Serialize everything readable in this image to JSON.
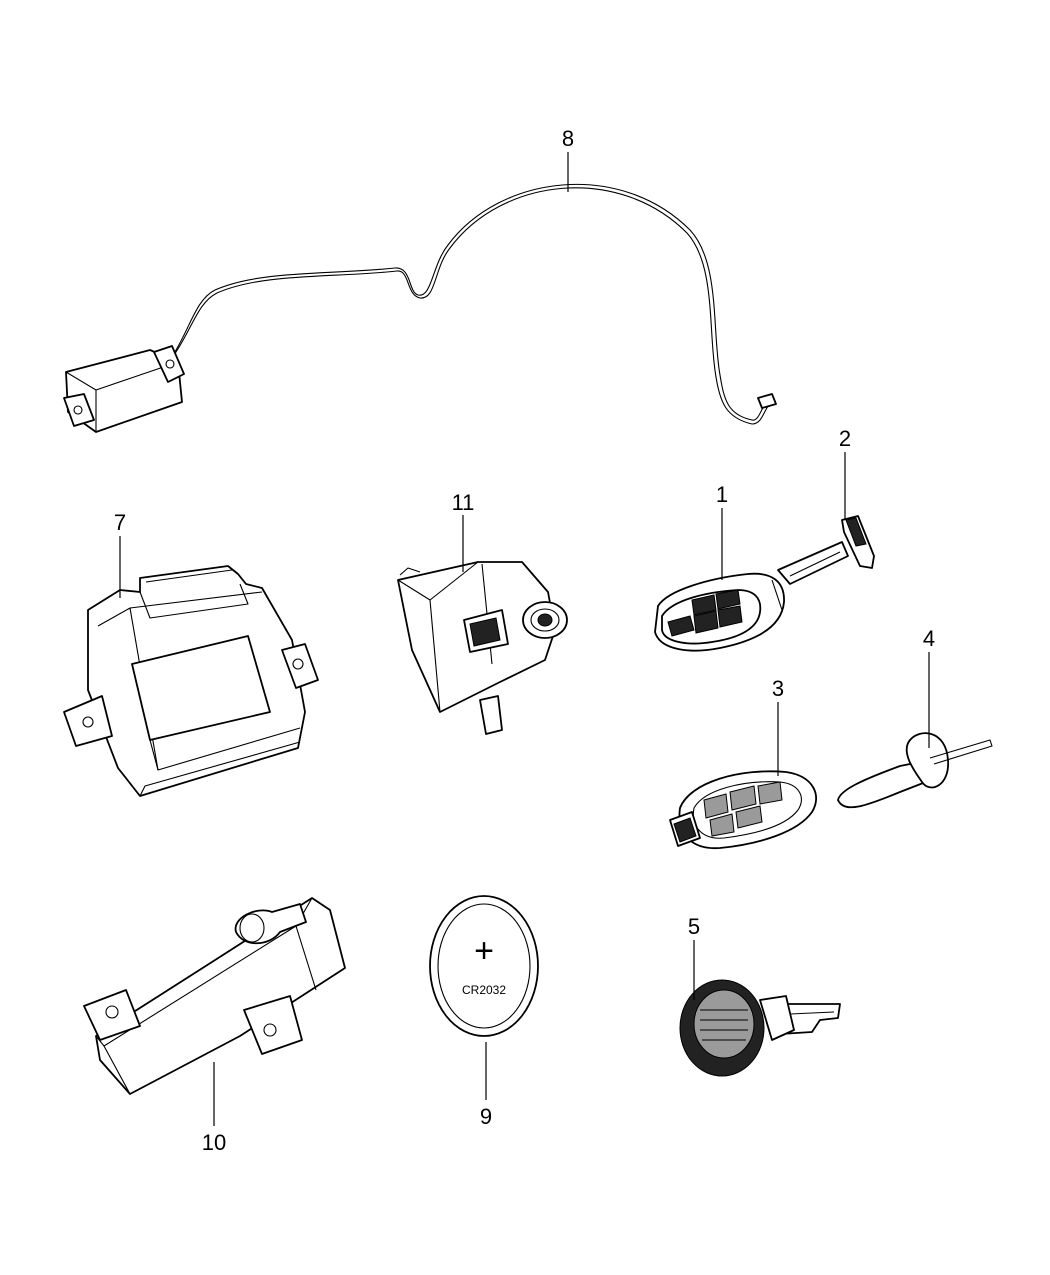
{
  "diagram": {
    "callouts": [
      {
        "id": "1",
        "label": "1"
      },
      {
        "id": "2",
        "label": "2"
      },
      {
        "id": "3",
        "label": "3"
      },
      {
        "id": "4",
        "label": "4"
      },
      {
        "id": "5",
        "label": "5"
      },
      {
        "id": "7",
        "label": "7"
      },
      {
        "id": "8",
        "label": "8"
      },
      {
        "id": "9",
        "label": "9"
      },
      {
        "id": "10",
        "label": "10"
      },
      {
        "id": "11",
        "label": "11"
      }
    ],
    "battery_marking": "CR2032",
    "battery_polarity": "+"
  }
}
